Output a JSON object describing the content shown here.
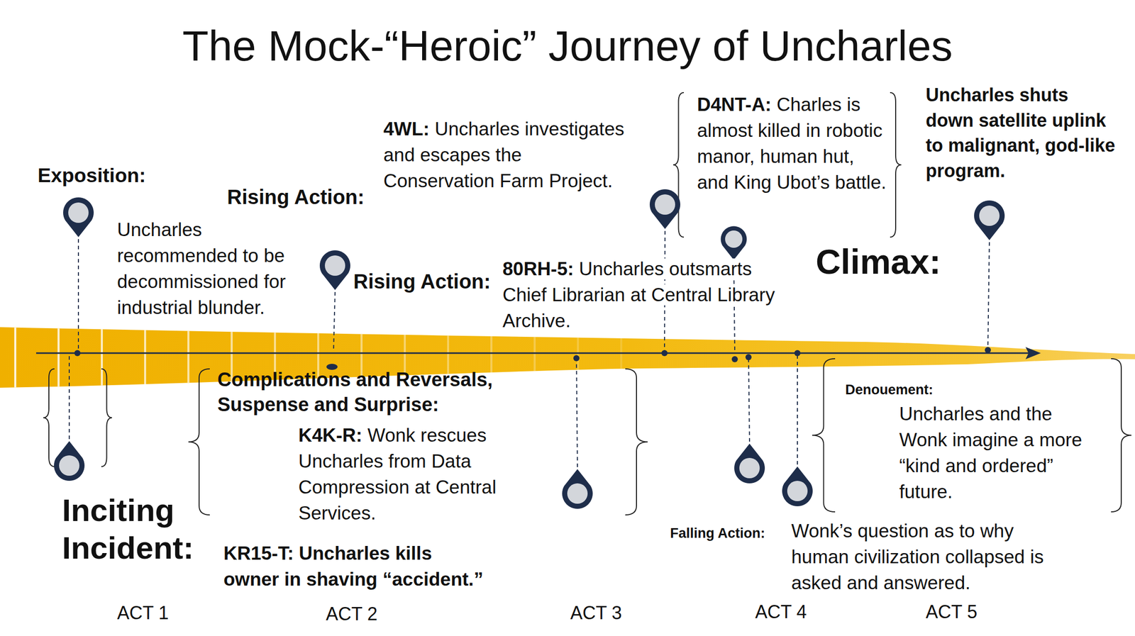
{
  "diagram": {
    "title": "The Mock-“Heroic” Journey of Uncharles",
    "labels": [
      "Exposition:",
      "Uncharles recommended to be decommissioned for industrial blunder.",
      "Rising Action:",
      "4WL:",
      "Uncharles investigates and escapes the Conservation Farm Project.",
      "D4NT-A:",
      "Charles is almost killed in robotic manor, human hut, and King Ubot’s battle.",
      "Uncharles shuts down satellite uplink to malignant, god-like program.",
      "Rising Action:",
      "80RH-5:",
      "Uncharles outsmarts Chief Librarian at Central Library Archive.",
      "Climax:",
      "Complications and Reversals, Suspense and Surprise:",
      "K4K-R:",
      "Wonk rescues Uncharles from Data Compression at Central Services.",
      "Denouement:",
      "Uncharles and the Wonk imagine a more “kind and ordered” future.",
      "Inciting Incident:",
      "KR15-T: Uncharles kills owner in shaving “accident.”",
      "Falling Action:",
      "Wonk’s question as to why human civilization collapsed is asked and answered.",
      "ACT 1",
      "ACT 2",
      "ACT 3",
      "ACT 4",
      "ACT 5"
    ]
  }
}
